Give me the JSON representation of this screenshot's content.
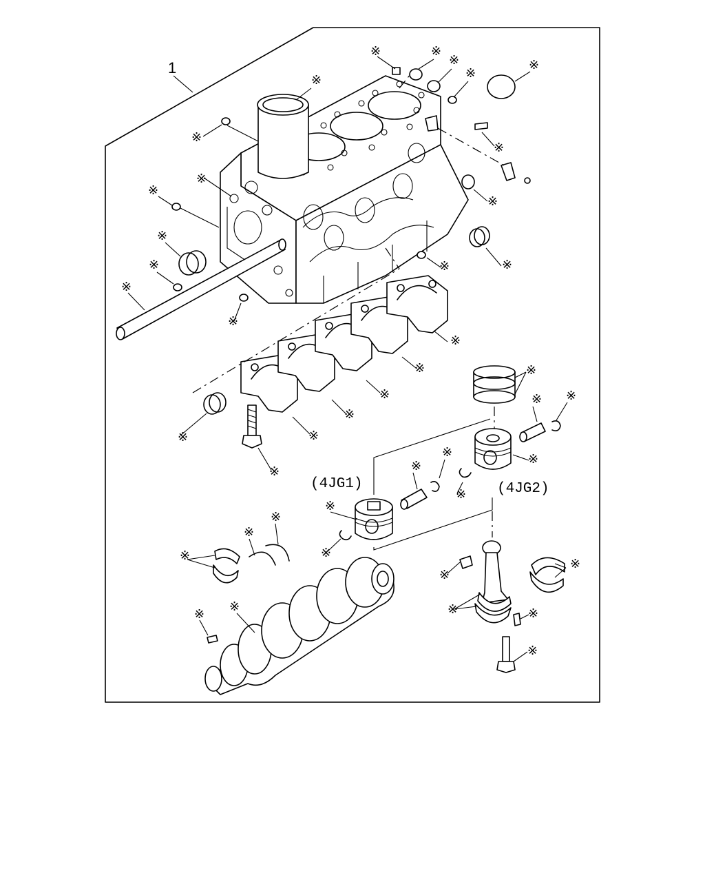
{
  "diagram": {
    "callout_number": "1",
    "variant_labels": {
      "left": "(4JG1)",
      "right": "(4JG2)"
    },
    "asterisk_glyph": "※"
  }
}
